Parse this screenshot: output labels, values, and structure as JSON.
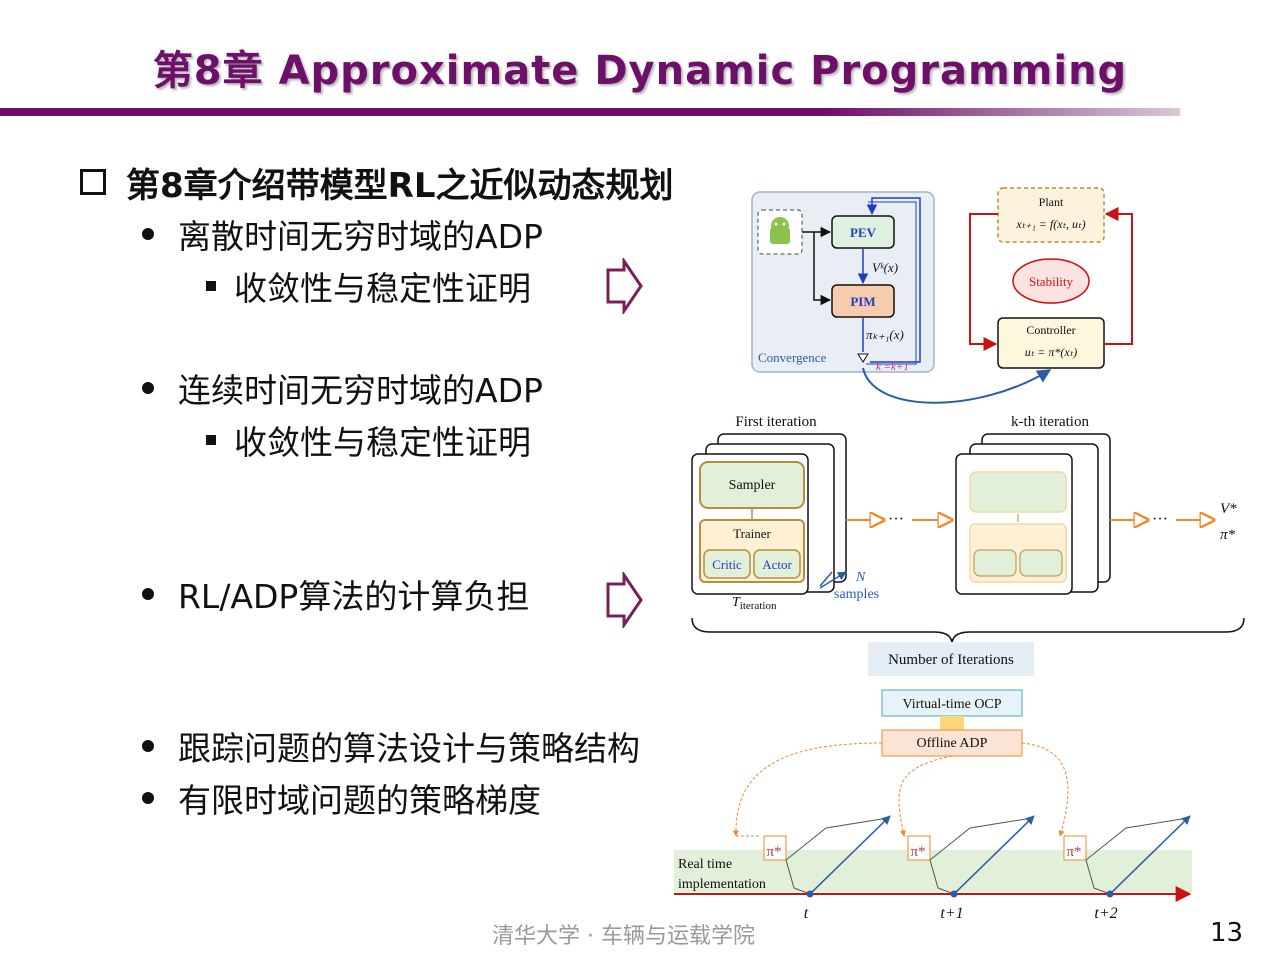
{
  "slide": {
    "title": "第8章 Approximate Dynamic Programming",
    "page_number": "13",
    "footer": "清华大学 · 车辆与运载学院"
  },
  "bullets": {
    "main": "第8章介绍带模型RL之近似动态规划",
    "items": [
      {
        "label": "离散时间无穷时域的ADP",
        "sub": "收敛性与稳定性证明"
      },
      {
        "label": "连续时间无穷时域的ADP",
        "sub": "收敛性与稳定性证明"
      },
      {
        "label": "RL/ADP算法的计算负担"
      },
      {
        "label": "跟踪问题的算法设计与策略结构"
      },
      {
        "label": "有限时域问题的策略梯度"
      }
    ]
  },
  "diagram1": {
    "pev": "PEV",
    "pim": "PIM",
    "vk": "Vᵏ(x)",
    "pi_next": "πₖ₊₁(x)",
    "convergence": "Convergence",
    "k_update": "k =k+1",
    "plant": "Plant",
    "plant_eq": "xₜ₊₁ = f(xₜ, uₜ)",
    "stability": "Stability",
    "controller": "Controller",
    "controller_eq": "uₜ = π*(xₜ)"
  },
  "diagram2": {
    "first_iteration": "First iteration",
    "kth_iteration": "k-th iteration",
    "sampler": "Sampler",
    "trainer": "Trainer",
    "critic": "Critic",
    "actor": "Actor",
    "n_label": "N",
    "samples": "samples",
    "t_iter_main": "T",
    "t_iter_sub": "iteration",
    "dots": "···",
    "v_star": "V*",
    "pi_star": "π*",
    "num_iterations": "Number of Iterations"
  },
  "diagram3": {
    "virtual_ocp": "Virtual-time OCP",
    "offline_adp": "Offline ADP",
    "pi_star": "π*",
    "real_time_1": "Real time",
    "real_time_2": "implementation",
    "t": "t",
    "t1": "t+1",
    "t2": "t+2"
  },
  "colors": {
    "title": "#6e0f6a",
    "pev_fill": "#dff0e0",
    "pim_fill": "#f8cbad",
    "stability_fill": "#fde2e2",
    "plant_fill": "#fdf2dc",
    "controller_fill": "#fdf7dc",
    "sampler_fill": "#e2efd9",
    "trainer_fill": "#fdf0d5",
    "arrow_orange": "#f0882c",
    "arrow_blue": "#2a5ca8",
    "timeline_red": "#cc1111",
    "band_green": "#e2efd9"
  }
}
